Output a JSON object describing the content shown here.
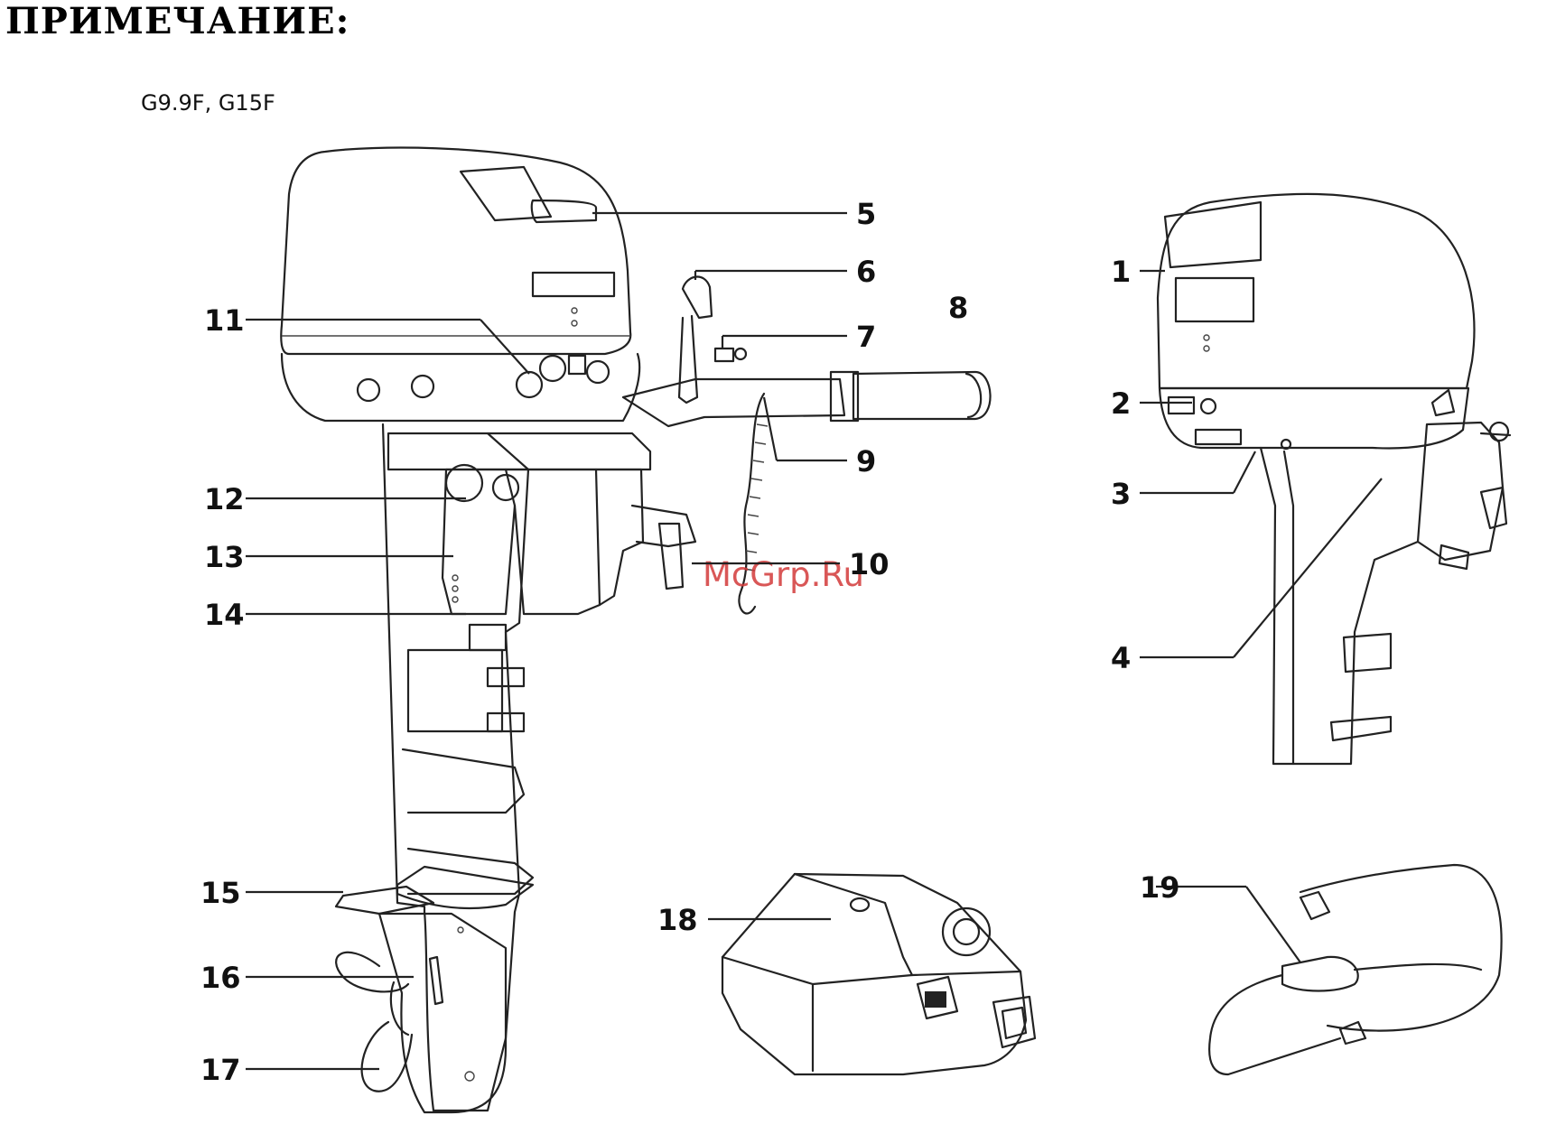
{
  "heading": "ПРИМЕЧАНИЕ:",
  "model": "G9.9F, G15F",
  "watermark": "McGrp.Ru",
  "callouts": [
    {
      "id": "1",
      "label": "1"
    },
    {
      "id": "2",
      "label": "2"
    },
    {
      "id": "3",
      "label": "3"
    },
    {
      "id": "4",
      "label": "4"
    },
    {
      "id": "5",
      "label": "5"
    },
    {
      "id": "6",
      "label": "6"
    },
    {
      "id": "7",
      "label": "7"
    },
    {
      "id": "8",
      "label": "8"
    },
    {
      "id": "9",
      "label": "9"
    },
    {
      "id": "10",
      "label": "10"
    },
    {
      "id": "11",
      "label": "11"
    },
    {
      "id": "12",
      "label": "12"
    },
    {
      "id": "13",
      "label": "13"
    },
    {
      "id": "14",
      "label": "14"
    },
    {
      "id": "15",
      "label": "15"
    },
    {
      "id": "16",
      "label": "16"
    },
    {
      "id": "17",
      "label": "17"
    },
    {
      "id": "18",
      "label": "18"
    },
    {
      "id": "19",
      "label": "19"
    }
  ]
}
